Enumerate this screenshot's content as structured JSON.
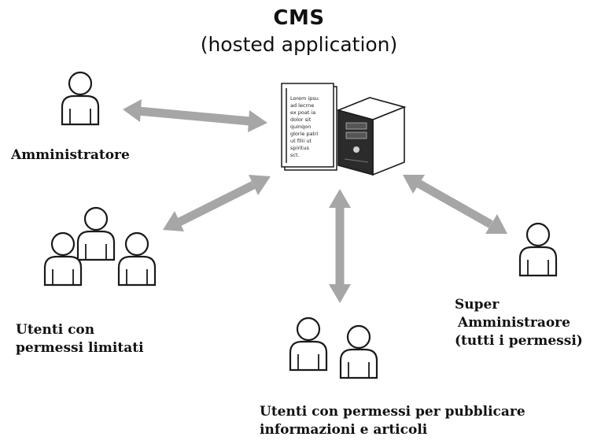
{
  "title": {
    "main": "CMS",
    "sub": "(hosted application)"
  },
  "document_lines": [
    "Lorem ipsu",
    "ad lecrne",
    "ex poat ia",
    "dolor sit",
    "quinqon",
    "glorie patri",
    "ut filii ut",
    "spiritus",
    "sct."
  ],
  "labels": {
    "amministratore": "Amministratore",
    "limitati_line1": "Utenti con",
    "limitati_line2": "permessi limitati",
    "super_line1": "Super",
    "super_line2": "Amministraore",
    "super_line3": "(tutti i permessi)",
    "pubblicare_line1": "Utenti con permessi per pubblicare",
    "pubblicare_line2": "informazioni e articoli"
  },
  "colors": {
    "arrow": "#a6a6a6",
    "outline": "#1a1a1a"
  },
  "icons": [
    "document-icon",
    "server-icon",
    "person-icon"
  ]
}
